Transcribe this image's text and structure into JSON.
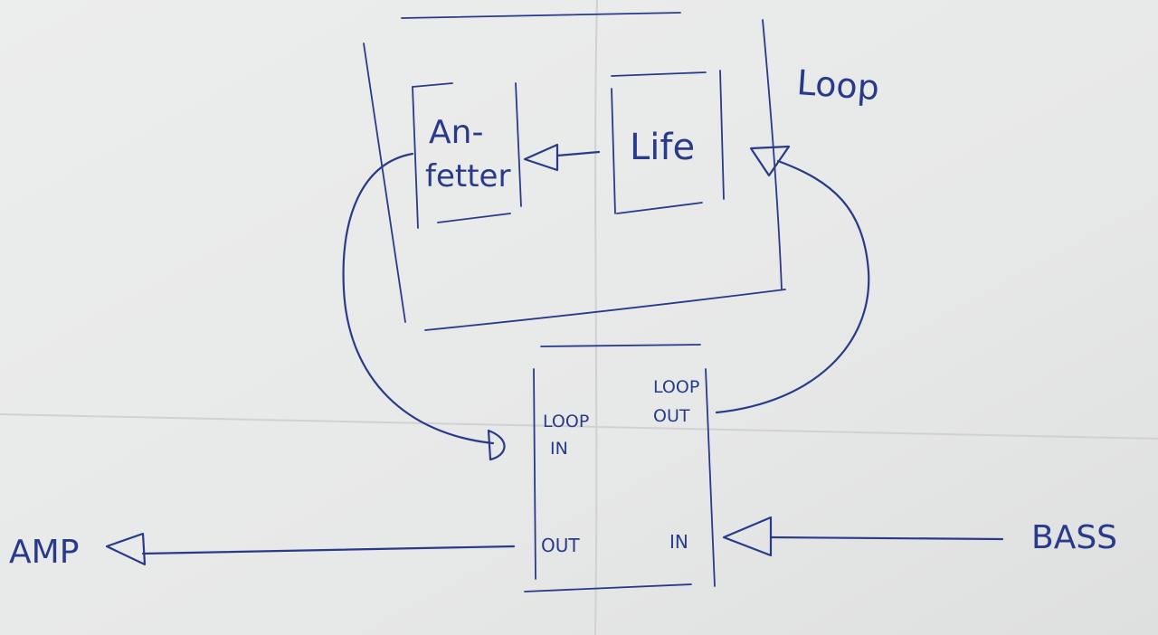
{
  "diagram": {
    "loop_label": "Loop",
    "pedals": {
      "anfetter": [
        "An-",
        "fetter"
      ],
      "life": "Life"
    },
    "switcher": {
      "loop_in": [
        "LOOP",
        "IN"
      ],
      "loop_out": [
        "LOOP",
        "OUT"
      ],
      "out": "OUT",
      "in": "IN"
    },
    "amp_label": "AMP",
    "bass_label": "BASS"
  },
  "colors": {
    "ink": "#2a3a8a",
    "paper": "#e9eaea"
  }
}
